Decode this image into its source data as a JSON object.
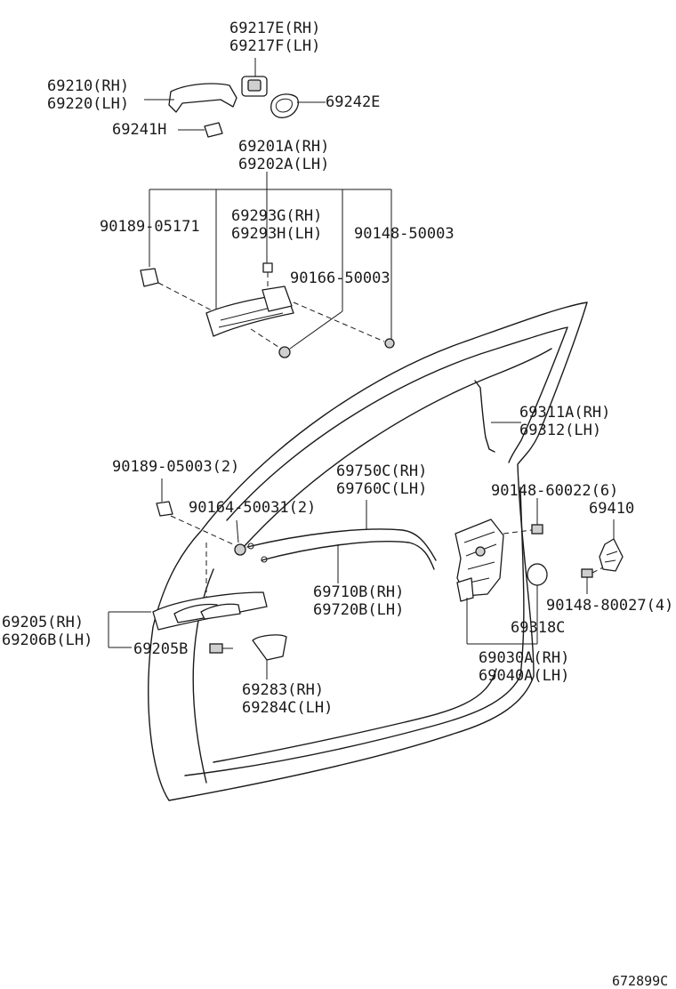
{
  "labels": {
    "p69217e": "69217E(RH)",
    "p69217f": "69217F(LH)",
    "p69210": "69210(RH)",
    "p69220": "69220(LH)",
    "p69242e": "69242E",
    "p69241h": "69241H",
    "p69201a": "69201A(RH)",
    "p69202a": "69202A(LH)",
    "p90189_05171": "90189-05171",
    "p69293g": "69293G(RH)",
    "p69293h": "69293H(LH)",
    "p90148_50003": "90148-50003",
    "p90166_50003": "90166-50003",
    "p69311a": "69311A(RH)",
    "p69312": "69312(LH)",
    "p90189_05003": "90189-05003(2)",
    "p69750c": "69750C(RH)",
    "p69760c": "69760C(LH)",
    "p90148_60022": "90148-60022(6)",
    "p69410": "69410",
    "p90164_50031": "90164-50031(2)",
    "p90148_80027": "90148-80027(4)",
    "p69710b": "69710B(RH)",
    "p69720b": "69720B(LH)",
    "p69318c": "69318C",
    "p69205": "69205(RH)",
    "p69206b": "69206B(LH)",
    "p69205b": "69205B",
    "p69030a": "69030A(RH)",
    "p69040a": "69040A(LH)",
    "p69283": "69283(RH)",
    "p69284c": "69284C(LH)"
  },
  "figure_id": "672899C"
}
